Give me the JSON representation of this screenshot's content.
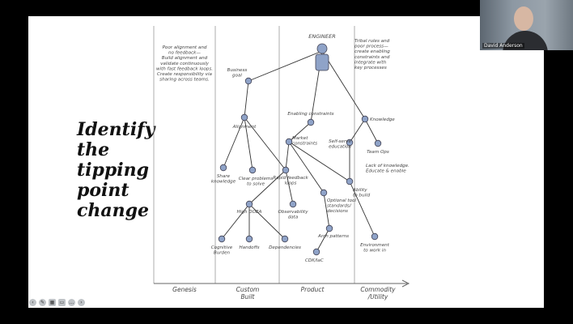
{
  "slide": {
    "title_lines": [
      "Identify",
      "the",
      "tipping",
      "point",
      "change"
    ]
  },
  "map": {
    "stages": [
      "Genesis",
      "Custom\nBuilt",
      "Product",
      "Commodity\n/Utility"
    ],
    "notes": {
      "left": "Poor alignment and\nno feedback—\nBuild alignment and\nvalidate continuously\nwith fast feedback loops.\nCreate responsibility via\nsharing across teams.",
      "right": "Tribal rules and\npoor process—\ncreate enabling\nconstraints and\nintegrate with\nkey processes",
      "lack": "Lack of knowledge.\nEducate & enable"
    },
    "nodes": [
      {
        "id": "engineer",
        "label": "ENGINEER"
      },
      {
        "id": "business_goal",
        "label": "Business\ngoal"
      },
      {
        "id": "alignment",
        "label": "Alignment"
      },
      {
        "id": "share_knowledge",
        "label": "Share\nknowledge"
      },
      {
        "id": "clear_problems",
        "label": "Clear problems\nto solve"
      },
      {
        "id": "rapid_feedback",
        "label": "Rapid feedback\nloops"
      },
      {
        "id": "high_doea",
        "label": "High DOEA"
      },
      {
        "id": "cognitive_burden",
        "label": "Cognitive\nBurden"
      },
      {
        "id": "handoffs",
        "label": "Handoffs"
      },
      {
        "id": "dependencies",
        "label": "Dependencies"
      },
      {
        "id": "observability",
        "label": "Observability\ndata"
      },
      {
        "id": "enabling_constraints",
        "label": "Enabling constraints"
      },
      {
        "id": "market_constraints",
        "label": "Market\nconstraints"
      },
      {
        "id": "self_serve",
        "label": "Self-serve\neducation"
      },
      {
        "id": "knowledge",
        "label": "Knowledge"
      },
      {
        "id": "team_ops",
        "label": "Team Ops"
      },
      {
        "id": "ability_to_build",
        "label": "Ability\nto build"
      },
      {
        "id": "optional_tool",
        "label": "Optional tool\nstandards/\ndecisions"
      },
      {
        "id": "arch_patterns",
        "label": "Arch patterns"
      },
      {
        "id": "cdk_iac",
        "label": "CDK/IaC"
      },
      {
        "id": "environment",
        "label": "Environment\nto work in"
      }
    ],
    "edges": [
      [
        "engineer",
        "business_goal"
      ],
      [
        "engineer",
        "enabling_constraints"
      ],
      [
        "engineer",
        "knowledge"
      ],
      [
        "business_goal",
        "alignment"
      ],
      [
        "alignment",
        "share_knowledge"
      ],
      [
        "alignment",
        "clear_problems"
      ],
      [
        "alignment",
        "rapid_feedback"
      ],
      [
        "rapid_feedback",
        "high_doea"
      ],
      [
        "rapid_feedback",
        "observability"
      ],
      [
        "high_doea",
        "cognitive_burden"
      ],
      [
        "high_doea",
        "handoffs"
      ],
      [
        "high_doea",
        "dependencies"
      ],
      [
        "enabling_constraints",
        "market_constraints"
      ],
      [
        "market_constraints",
        "rapid_feedback"
      ],
      [
        "market_constraints",
        "optional_tool"
      ],
      [
        "market_constraints",
        "ability_to_build"
      ],
      [
        "knowledge",
        "self_serve"
      ],
      [
        "knowledge",
        "team_ops"
      ],
      [
        "self_serve",
        "ability_to_build"
      ],
      [
        "ability_to_build",
        "environment"
      ],
      [
        "optional_tool",
        "arch_patterns"
      ],
      [
        "arch_patterns",
        "cdk_iac"
      ]
    ]
  },
  "video": {
    "participant_name": "David Anderson"
  },
  "toolbar": {
    "icons": [
      "back-icon",
      "pen-icon",
      "grid-icon",
      "captions-icon",
      "more-icon",
      "next-icon"
    ]
  }
}
